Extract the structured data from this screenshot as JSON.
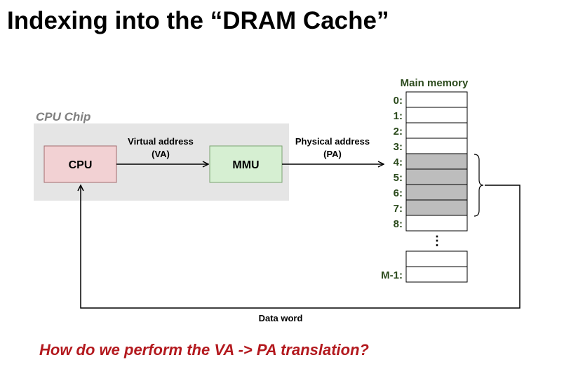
{
  "title": "Indexing into the “DRAM Cache”",
  "cpu_chip": {
    "label": "CPU Chip",
    "cpu_label": "CPU",
    "mmu_label": "MMU"
  },
  "virtual_address": {
    "line1": "Virtual address",
    "line2": "(VA)"
  },
  "physical_address": {
    "line1": "Physical address",
    "line2": "(PA)"
  },
  "memory": {
    "title": "Main memory",
    "rows": [
      {
        "label": "0:",
        "highlighted": false
      },
      {
        "label": "1:",
        "highlighted": false
      },
      {
        "label": "2:",
        "highlighted": false
      },
      {
        "label": "3:",
        "highlighted": false
      },
      {
        "label": "4:",
        "highlighted": true
      },
      {
        "label": "5:",
        "highlighted": true
      },
      {
        "label": "6:",
        "highlighted": true
      },
      {
        "label": "7:",
        "highlighted": true
      },
      {
        "label": "8:",
        "highlighted": false
      }
    ],
    "ellipsis": "⋮",
    "last_label": "M-1:"
  },
  "data_word": "Data word",
  "question": "How do we perform the VA -> PA translation?",
  "colors": {
    "chip_bg": "#e5e5e5",
    "cpu_fill": "#f2d1d3",
    "cpu_stroke": "#a26b6e",
    "mmu_fill": "#d6efd2",
    "mmu_stroke": "#7aa371",
    "memory_label": "#2b4a1c",
    "cell_highlight": "#bdbdbd",
    "question": "#b3191e"
  }
}
